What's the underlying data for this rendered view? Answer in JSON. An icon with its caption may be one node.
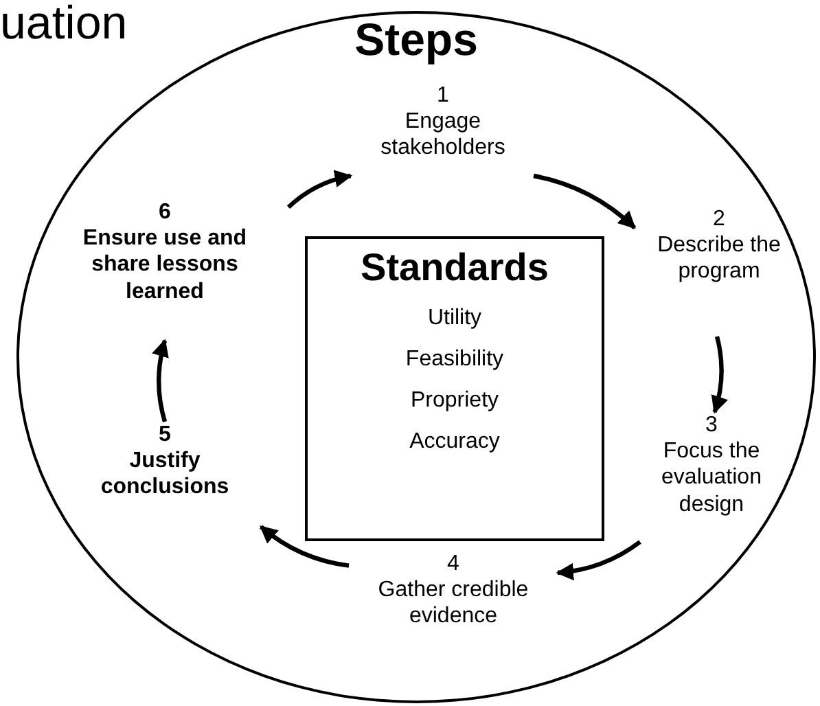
{
  "diagram": {
    "nodes": [
      {
        "text": [
          "Steps"
        ]
      },
      {
        "text": [
          "1",
          "Engage stakeholders"
        ],
        "in": 0
      },
      {
        "text": [
          "2",
          "Describe the program"
        ],
        "in": 0
      },
      {
        "text": [
          "3",
          "Focus the evaluation design"
        ],
        "in": 0
      },
      {
        "text": [
          "4",
          "Gather credible evidence"
        ],
        "in": 0
      },
      {
        "text": [
          "5",
          "Justify conclusions"
        ],
        "in": 0
      },
      {
        "text": [
          "6",
          "Ensure use and share lessons learned"
        ],
        "in": 0
      },
      {
        "text": [
          "Standards",
          "Utility",
          "Feasibility",
          "Propriety",
          "Accuracy"
        ],
        "in": 0
      }
    ],
    "edges": [
      {
        "from": 1,
        "to": 2,
        "arrow": "to"
      },
      {
        "from": 2,
        "to": 3,
        "arrow": "to"
      },
      {
        "from": 3,
        "to": 4,
        "arrow": "to"
      },
      {
        "from": 4,
        "to": 5,
        "arrow": "to"
      },
      {
        "from": 5,
        "to": 6,
        "arrow": "to"
      },
      {
        "from": 6,
        "to": 1,
        "arrow": "to"
      }
    ],
    "labels": [
      "uation"
    ]
  }
}
